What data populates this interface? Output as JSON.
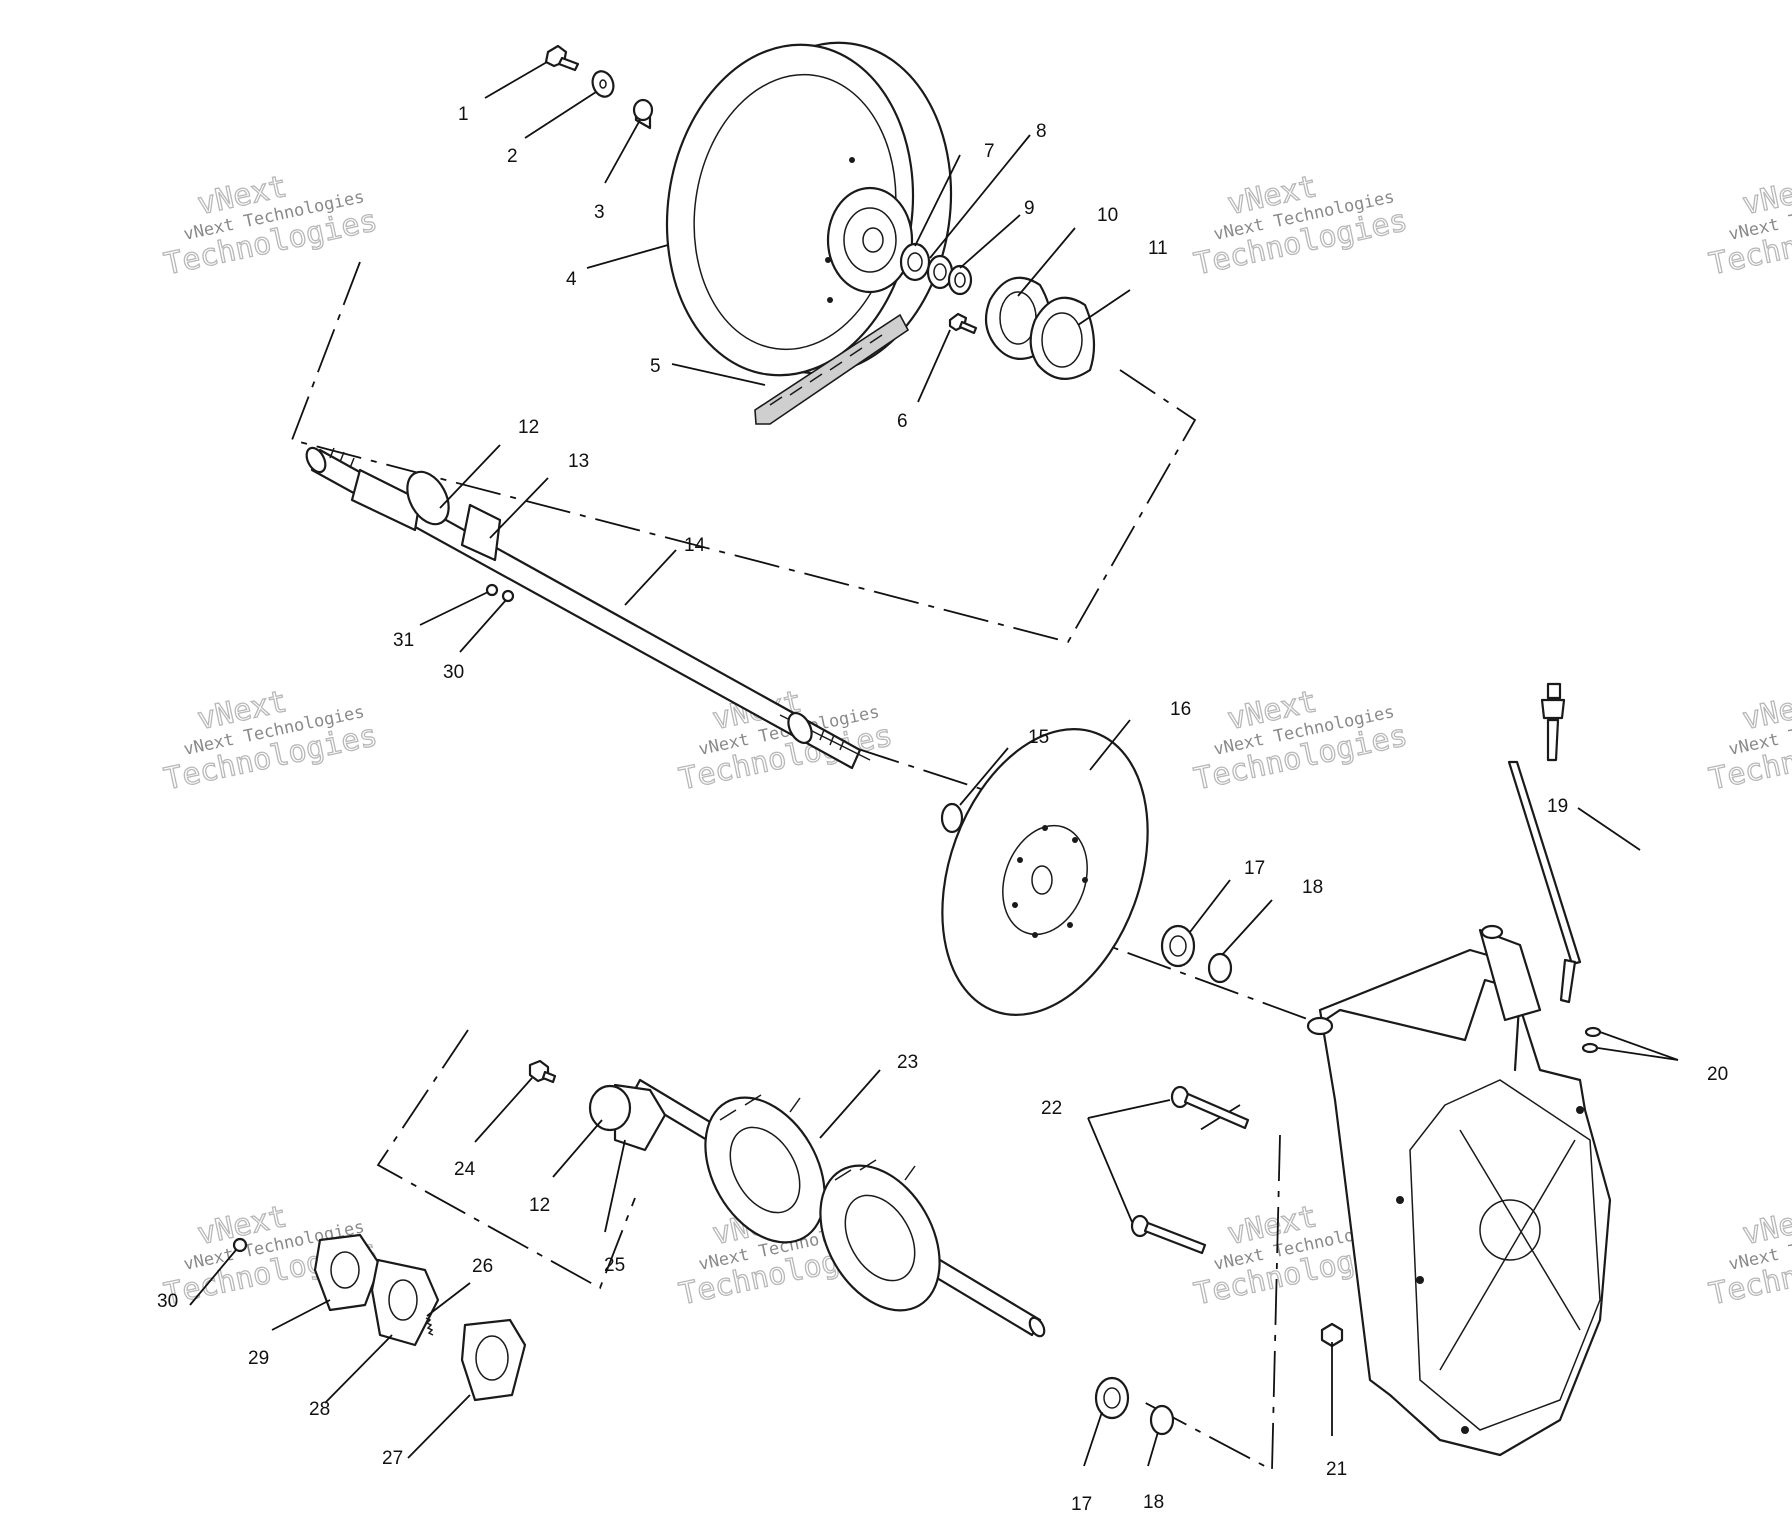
{
  "diagram": {
    "callouts": [
      {
        "id": "c1",
        "text": "1"
      },
      {
        "id": "c2",
        "text": "2"
      },
      {
        "id": "c3",
        "text": "3"
      },
      {
        "id": "c4",
        "text": "4"
      },
      {
        "id": "c5",
        "text": "5"
      },
      {
        "id": "c6",
        "text": "6"
      },
      {
        "id": "c7",
        "text": "7"
      },
      {
        "id": "c8",
        "text": "8"
      },
      {
        "id": "c9",
        "text": "9"
      },
      {
        "id": "c10",
        "text": "10"
      },
      {
        "id": "c11",
        "text": "11"
      },
      {
        "id": "c12a",
        "text": "12"
      },
      {
        "id": "c13",
        "text": "13"
      },
      {
        "id": "c14",
        "text": "14"
      },
      {
        "id": "c15",
        "text": "15"
      },
      {
        "id": "c16",
        "text": "16"
      },
      {
        "id": "c17a",
        "text": "17"
      },
      {
        "id": "c18a",
        "text": "18"
      },
      {
        "id": "c19",
        "text": "19"
      },
      {
        "id": "c20",
        "text": "20"
      },
      {
        "id": "c21",
        "text": "21"
      },
      {
        "id": "c22",
        "text": "22"
      },
      {
        "id": "c23",
        "text": "23"
      },
      {
        "id": "c24",
        "text": "24"
      },
      {
        "id": "c12b",
        "text": "12"
      },
      {
        "id": "c25",
        "text": "25"
      },
      {
        "id": "c26",
        "text": "26"
      },
      {
        "id": "c27",
        "text": "27"
      },
      {
        "id": "c28",
        "text": "28"
      },
      {
        "id": "c29",
        "text": "29"
      },
      {
        "id": "c30a",
        "text": "30"
      },
      {
        "id": "c31",
        "text": "31"
      },
      {
        "id": "c30b",
        "text": "30"
      },
      {
        "id": "c17b",
        "text": "17"
      },
      {
        "id": "c18b",
        "text": "18"
      }
    ]
  },
  "watermark": {
    "brand": "vNext",
    "company": "vNext Technologies",
    "word": "Technologies"
  }
}
